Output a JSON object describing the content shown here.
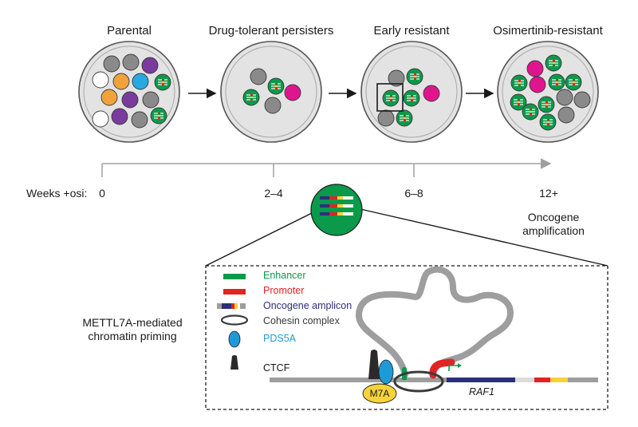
{
  "stages": [
    {
      "title": "Parental"
    },
    {
      "title": "Drug-tolerant persisters"
    },
    {
      "title": "Early resistant"
    },
    {
      "title": "Osimertinib-resistant"
    }
  ],
  "timeline": {
    "label": "Weeks +osi:",
    "ticks": [
      "0",
      "2–4",
      "6–8",
      "12+"
    ]
  },
  "oncogene_amplification": {
    "line1": "Oncogene",
    "line2": "amplification"
  },
  "mechanism_label": {
    "line1": "METTL7A-mediated",
    "line2": "chromatin priming"
  },
  "legend": [
    {
      "label": "Enhancer",
      "color": "#0a9a4a"
    },
    {
      "label": "Promoter",
      "color": "#e02424"
    },
    {
      "label": "Oncogene amplicon",
      "color": "#2b2f7a"
    },
    {
      "label": "Cohesin complex",
      "color": "#3a3a3a"
    },
    {
      "label": "PDS5A",
      "color": "#1e9ad6"
    }
  ],
  "ctcf_label": "CTCF",
  "m7a_label": "M7A",
  "gene_label": "RAF1",
  "colors": {
    "dish_fill": "#e3e3e3",
    "dish_edge": "#a8a8a8",
    "green_cell": "#0a9a4a",
    "gray_cell": "#8a8a8a",
    "magenta_cell": "#e0158e",
    "purple_cell": "#7b3a9e",
    "orange_cell": "#f2a23a",
    "blue_cell": "#29a9e0",
    "m7a": "#f5d33a",
    "pds5a": "#1e9ad6",
    "loop": "#9e9e9e",
    "dna": "#9e9e9e"
  }
}
